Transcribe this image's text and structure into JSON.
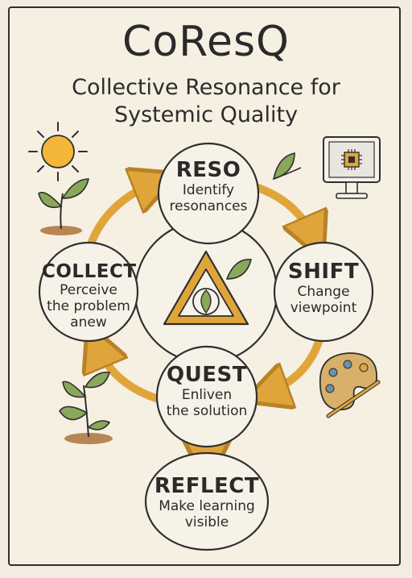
{
  "title": "CoResQ",
  "subtitle_lines": [
    "Collective Resonance for",
    "Systemic Quality"
  ],
  "nodes": {
    "reso": {
      "name": "RESO",
      "lines": [
        "Identify",
        "resonances"
      ]
    },
    "shift": {
      "name": "SHIFT",
      "lines": [
        "Change",
        "viewpoint"
      ]
    },
    "quest": {
      "name": "QUEST",
      "lines": [
        "Enliven",
        "the solution"
      ]
    },
    "collect": {
      "name": "COLLECT",
      "lines": [
        "Perceive",
        "the problem",
        "anew"
      ]
    },
    "reflect": {
      "name": "REFLECT",
      "lines": [
        "Make learning",
        "visible"
      ]
    }
  },
  "colors": {
    "arrow": "#e0a53a",
    "arrow_stroke": "#b88226",
    "node_fill": "#f7f2e8",
    "outline": "#2f2f2f",
    "sun": "#f4b63a",
    "leaf": "#8aa85a",
    "soil": "#b98552",
    "palette": "#d9b06a"
  },
  "icons": [
    "sun-icon",
    "plant-icon",
    "leaf-icon",
    "computer-chip-icon",
    "paint-palette-icon",
    "triangle-leaf-icon"
  ]
}
